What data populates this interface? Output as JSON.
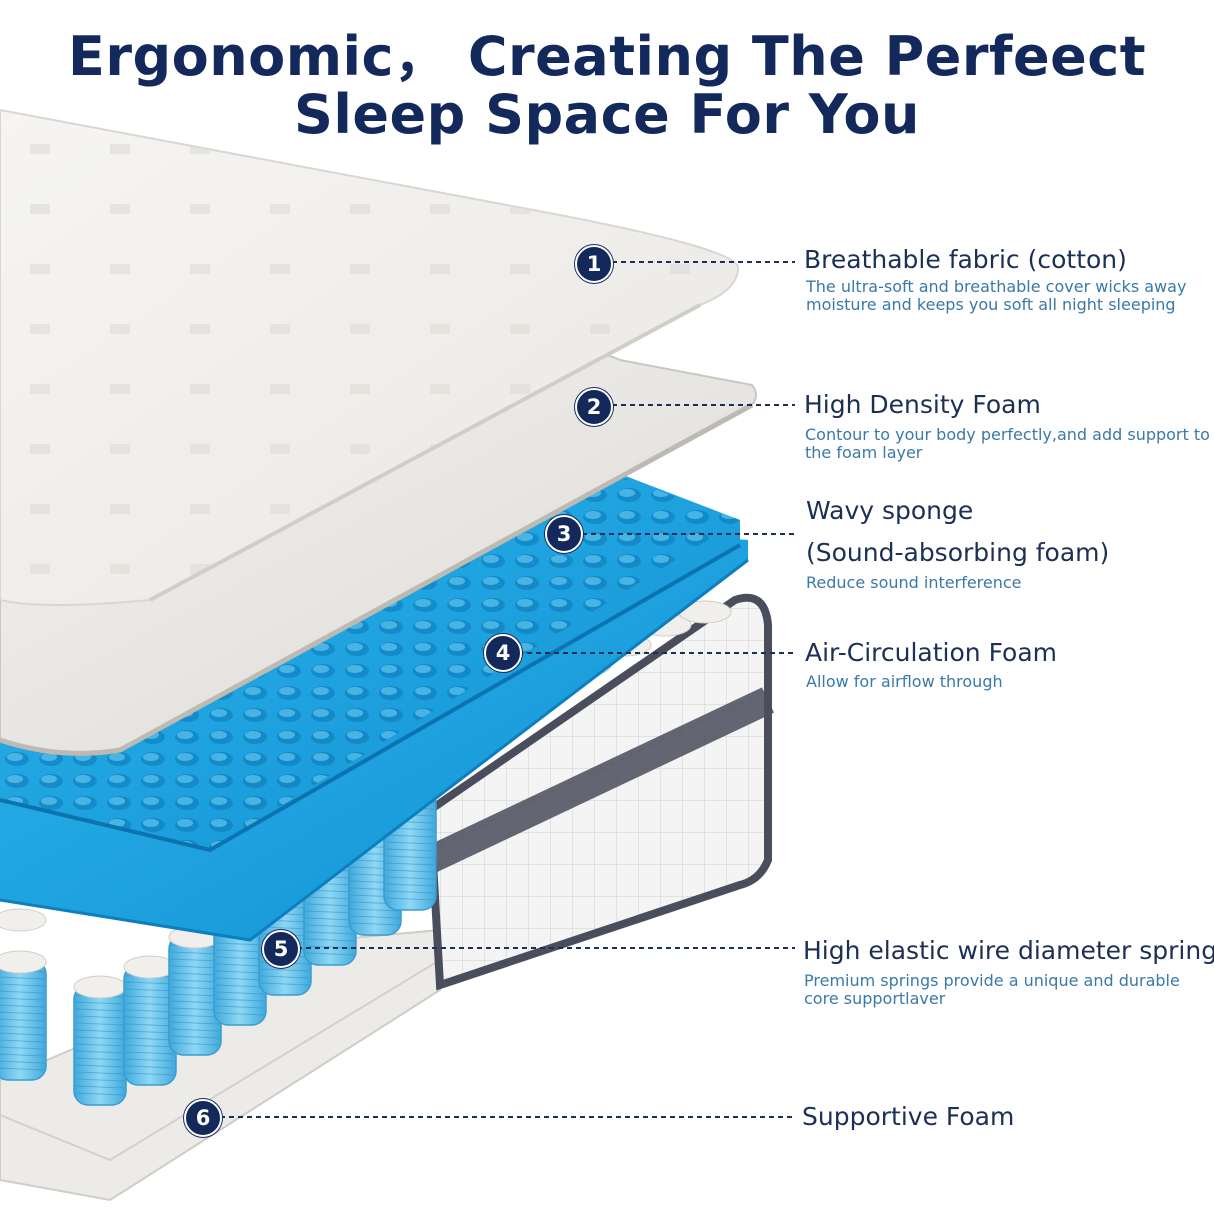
{
  "headline": {
    "line1": "Ergonomic， Creating The Perfeect",
    "line2": "Sleep Space For You"
  },
  "layers": [
    {
      "number": "1",
      "title": "Breathable fabric (cotton)",
      "description": "The ultra-soft and breathable cover wicks away moisture and keeps you soft all night sleeping"
    },
    {
      "number": "2",
      "title": "High Density Foam",
      "description": "Contour to your body perfectly,and add support to the foam layer"
    },
    {
      "number": "3",
      "title": "Wavy sponge",
      "title_line2": "(Sound-absorbing foam)",
      "description": "Reduce sound interference"
    },
    {
      "number": "4",
      "title": "Air-Circulation Foam",
      "description": "Allow for airflow through"
    },
    {
      "number": "5",
      "title": "High elastic wire diameter spring",
      "description": "Premium springs provide a unique and durable core supportlaver"
    },
    {
      "number": "6",
      "title": "Supportive Foam",
      "description": ""
    }
  ],
  "colors": {
    "navy": "#13295b",
    "description_blue": "#3a79a8",
    "foam_blue": "#1aa3e0",
    "spring_blue": "#5fc3ea",
    "cover_white": "#efedea",
    "border_gray": "#4a4e5c"
  }
}
